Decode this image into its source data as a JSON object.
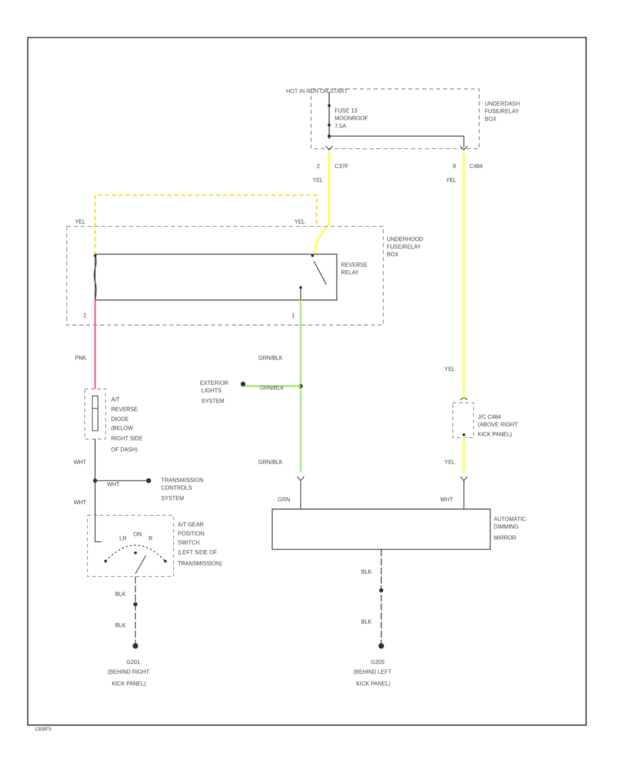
{
  "colors": {
    "yellow": "#ffff55",
    "yellow_dash": "#f2e84a",
    "green": "#99ee66",
    "pink": "#f26a86",
    "frame": "#555555",
    "wire": "#444444"
  },
  "labels": {
    "fuse_header": "HOT IN RUN OR START",
    "underdash_box": [
      "UNDERDASH",
      "FUSE/RELAY",
      "BOX"
    ],
    "fuse": [
      "FUSE 13",
      "MOONROOF",
      "7.5A"
    ],
    "pin2": "2",
    "conn_c37": "C37F",
    "pin8": "8",
    "conn_c484": "C484",
    "yel_a": "YEL",
    "yel_b": "YEL",
    "yel_c": "YEL",
    "yel_d": "YEL",
    "underhood_box": [
      "UNDERHOOD",
      "FUSE/RELAY",
      "BOX"
    ],
    "reverse_relay": [
      "REVERSE",
      "RELAY"
    ],
    "pin_left": "2",
    "pin_right": "1",
    "pnk": "PNK",
    "grn_blk_1": "GRN/BLK",
    "grn_blk_2": "GRN/BLK",
    "grn_blk_3": "GRN/BLK",
    "exterior_lights": [
      "EXTERIOR",
      "LIGHTS",
      "SYSTEM"
    ],
    "yel_e": "YEL",
    "yel_f": "YEL",
    "ac_conn": [
      "J/C C484",
      "(ABOVE RIGHT",
      "KICK PANEL)"
    ],
    "diode": [
      "A/T",
      "REVERSE",
      "DIODE",
      "(BELOW",
      "RIGHT SIDE",
      "OF DASH)"
    ],
    "wht_1": "WHT",
    "wht_2": "WHT",
    "wht_3": "WHT",
    "trans_controls": [
      "TRANSMISSION",
      "CONTROLS",
      "SYSTEM"
    ],
    "gear_switch": [
      "A/T GEAR",
      "POSITION",
      "SWITCH",
      "(LEFT SIDE OF",
      "TRANSMISSION)"
    ],
    "gear_letters": [
      "LR",
      "ON",
      "R"
    ],
    "grn_mirror": "GRN",
    "wht_mirror": "WHT",
    "mirror": [
      "AUTOMATIC",
      "DIMMING",
      "MIRROR"
    ],
    "blk_1": "BLK",
    "blk_2": "BLK",
    "blk_3": "BLK",
    "blk_4": "BLK",
    "g201": [
      "G201",
      "(BEHIND RIGHT",
      "KICK PANEL)"
    ],
    "g200": [
      "G200",
      "(BEHIND LEFT",
      "KICK PANEL)"
    ]
  },
  "footer_code": "1308F9"
}
